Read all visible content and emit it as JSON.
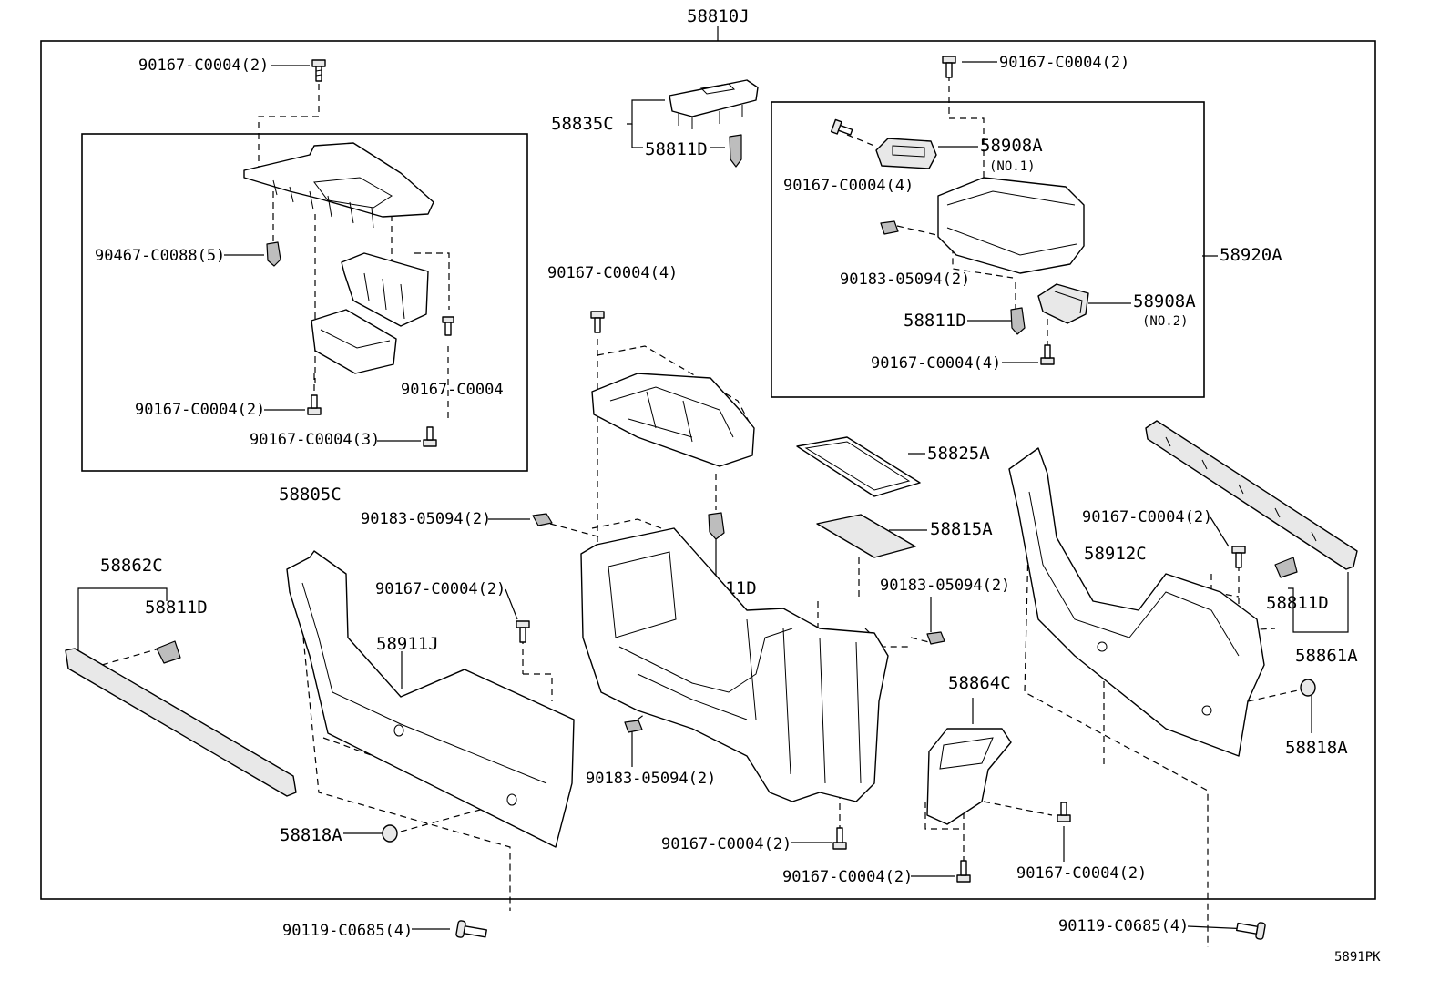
{
  "diagram": {
    "sheet_code": "5891PK",
    "assembly_label": "58810J",
    "labels": {
      "screw_a_top_left": "90167-C0004(2)",
      "screw_a_top_right": "90167-C0004(2)",
      "p58835C": "58835C",
      "p58811D_top": "58811D",
      "p58908A_1": "58908A",
      "p58908A_1_note": "(NO.1)",
      "screw_4_box": "90167-C0004(4)",
      "clip_box": "90183-05094(2)",
      "p58920A": "58920A",
      "p58811D_box": "58811D",
      "p58908A_2": "58908A",
      "p58908A_2_note": "(NO.2)",
      "screw_4_box_lower": "90167-C0004(4)",
      "clip_90467": "90467-C0088(5)",
      "screw_single": "90167-C0004",
      "screw_2_tray": "90167-C0004(2)",
      "screw_3_tray": "90167-C0004(3)",
      "p58805C": "58805C",
      "screw_4_center": "90167-C0004(4)",
      "p58825A": "58825A",
      "clip_left_mid": "90183-05094(2)",
      "p58815A": "58815A",
      "p58811D_center": "58811D",
      "screw_right_panel": "90167-C0004(2)",
      "p58912C": "58912C",
      "p58862C": "58862C",
      "p58811D_left": "58811D",
      "screw_left_panel": "90167-C0004(2)",
      "p58911J": "58911J",
      "clip_right_mid": "90183-05094(2)",
      "p58811D_right": "58811D",
      "p58861A": "58861A",
      "p58864C": "58864C",
      "p58818A_right": "58818A",
      "clip_bottom_center": "90183-05094(2)",
      "p58818A_left": "58818A",
      "screw_bottom_center": "90167-C0004(2)",
      "screw_bottom_right": "90167-C0004(2)",
      "screw_bottom_left_2": "90167-C0004(2)",
      "bolt_left": "90119-C0685(4)",
      "bolt_right": "90119-C0685(4)"
    }
  }
}
